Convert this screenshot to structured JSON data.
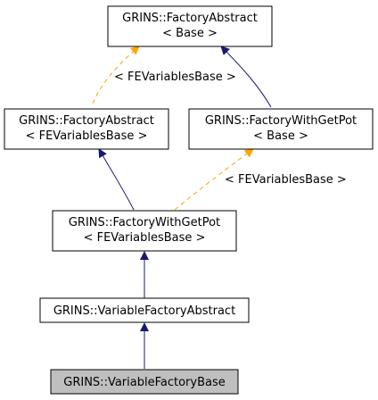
{
  "nodes": {
    "factory_abstract_base": {
      "line1": "GRINS::FactoryAbstract",
      "line2": "< Base >"
    },
    "factory_abstract_fe": {
      "line1": "GRINS::FactoryAbstract",
      "line2": "< FEVariablesBase >"
    },
    "factory_getpot_base": {
      "line1": "GRINS::FactoryWithGetPot",
      "line2": "< Base >"
    },
    "factory_getpot_fe": {
      "line1": "GRINS::FactoryWithGetPot",
      "line2": "< FEVariablesBase >"
    },
    "variable_factory_abstract": {
      "line1": "GRINS::VariableFactoryAbstract"
    },
    "variable_factory_base": {
      "line1": "GRINS::VariableFactoryBase"
    }
  },
  "edge_labels": {
    "template_fe_upper": "< FEVariablesBase >",
    "template_fe_lower": "< FEVariablesBase >"
  },
  "colors": {
    "inheritance_edge": "#191970",
    "template_edge": "#FFA500",
    "node_fill": "#FFFFFF",
    "highlight_fill": "#BFBFBF"
  }
}
